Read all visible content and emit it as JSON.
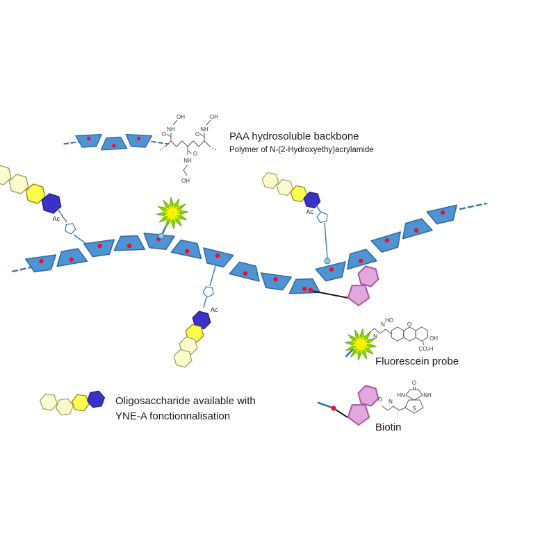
{
  "labels": {
    "paa_title": "PAA hydrosoluble backbone",
    "paa_subtitle": "Polymer of N-(2-Hydroxyethy)acrylamide",
    "fluorescein_legend": "Fluorescein probe",
    "biotin_legend": "Biotin",
    "oligo_legend_line1": "Oligosaccharide available with",
    "oligo_legend_line2": "YNE-A fonctionnalisation",
    "ac": "Ac"
  },
  "chem_atoms": {
    "paa": [
      "O",
      "NH",
      "OH",
      "O",
      "NH",
      "OH",
      "O",
      "NH",
      "OH"
    ],
    "fluorescein": [
      "HO",
      "O",
      "OH",
      "CO₂H",
      "N",
      "N"
    ],
    "biotin": [
      "O",
      "HN",
      "NH",
      "S",
      "N",
      "O"
    ]
  },
  "colors": {
    "backbone_fill": "#4f93d2",
    "backbone_stroke": "#2e6da4",
    "red_dot": "#e8112d",
    "attachment_dot": "#9dc3e6",
    "oligo_pale": "#fbfbce",
    "oligo_yellow": "#fdfd4e",
    "oligo_blue": "#3b30c8",
    "star_outer": "#8fd400",
    "star_inner": "#fff200",
    "biotin_pink": "#e2a7dd",
    "biotin_stroke": "#a855a8",
    "linker_blue": "#2e75b6"
  }
}
